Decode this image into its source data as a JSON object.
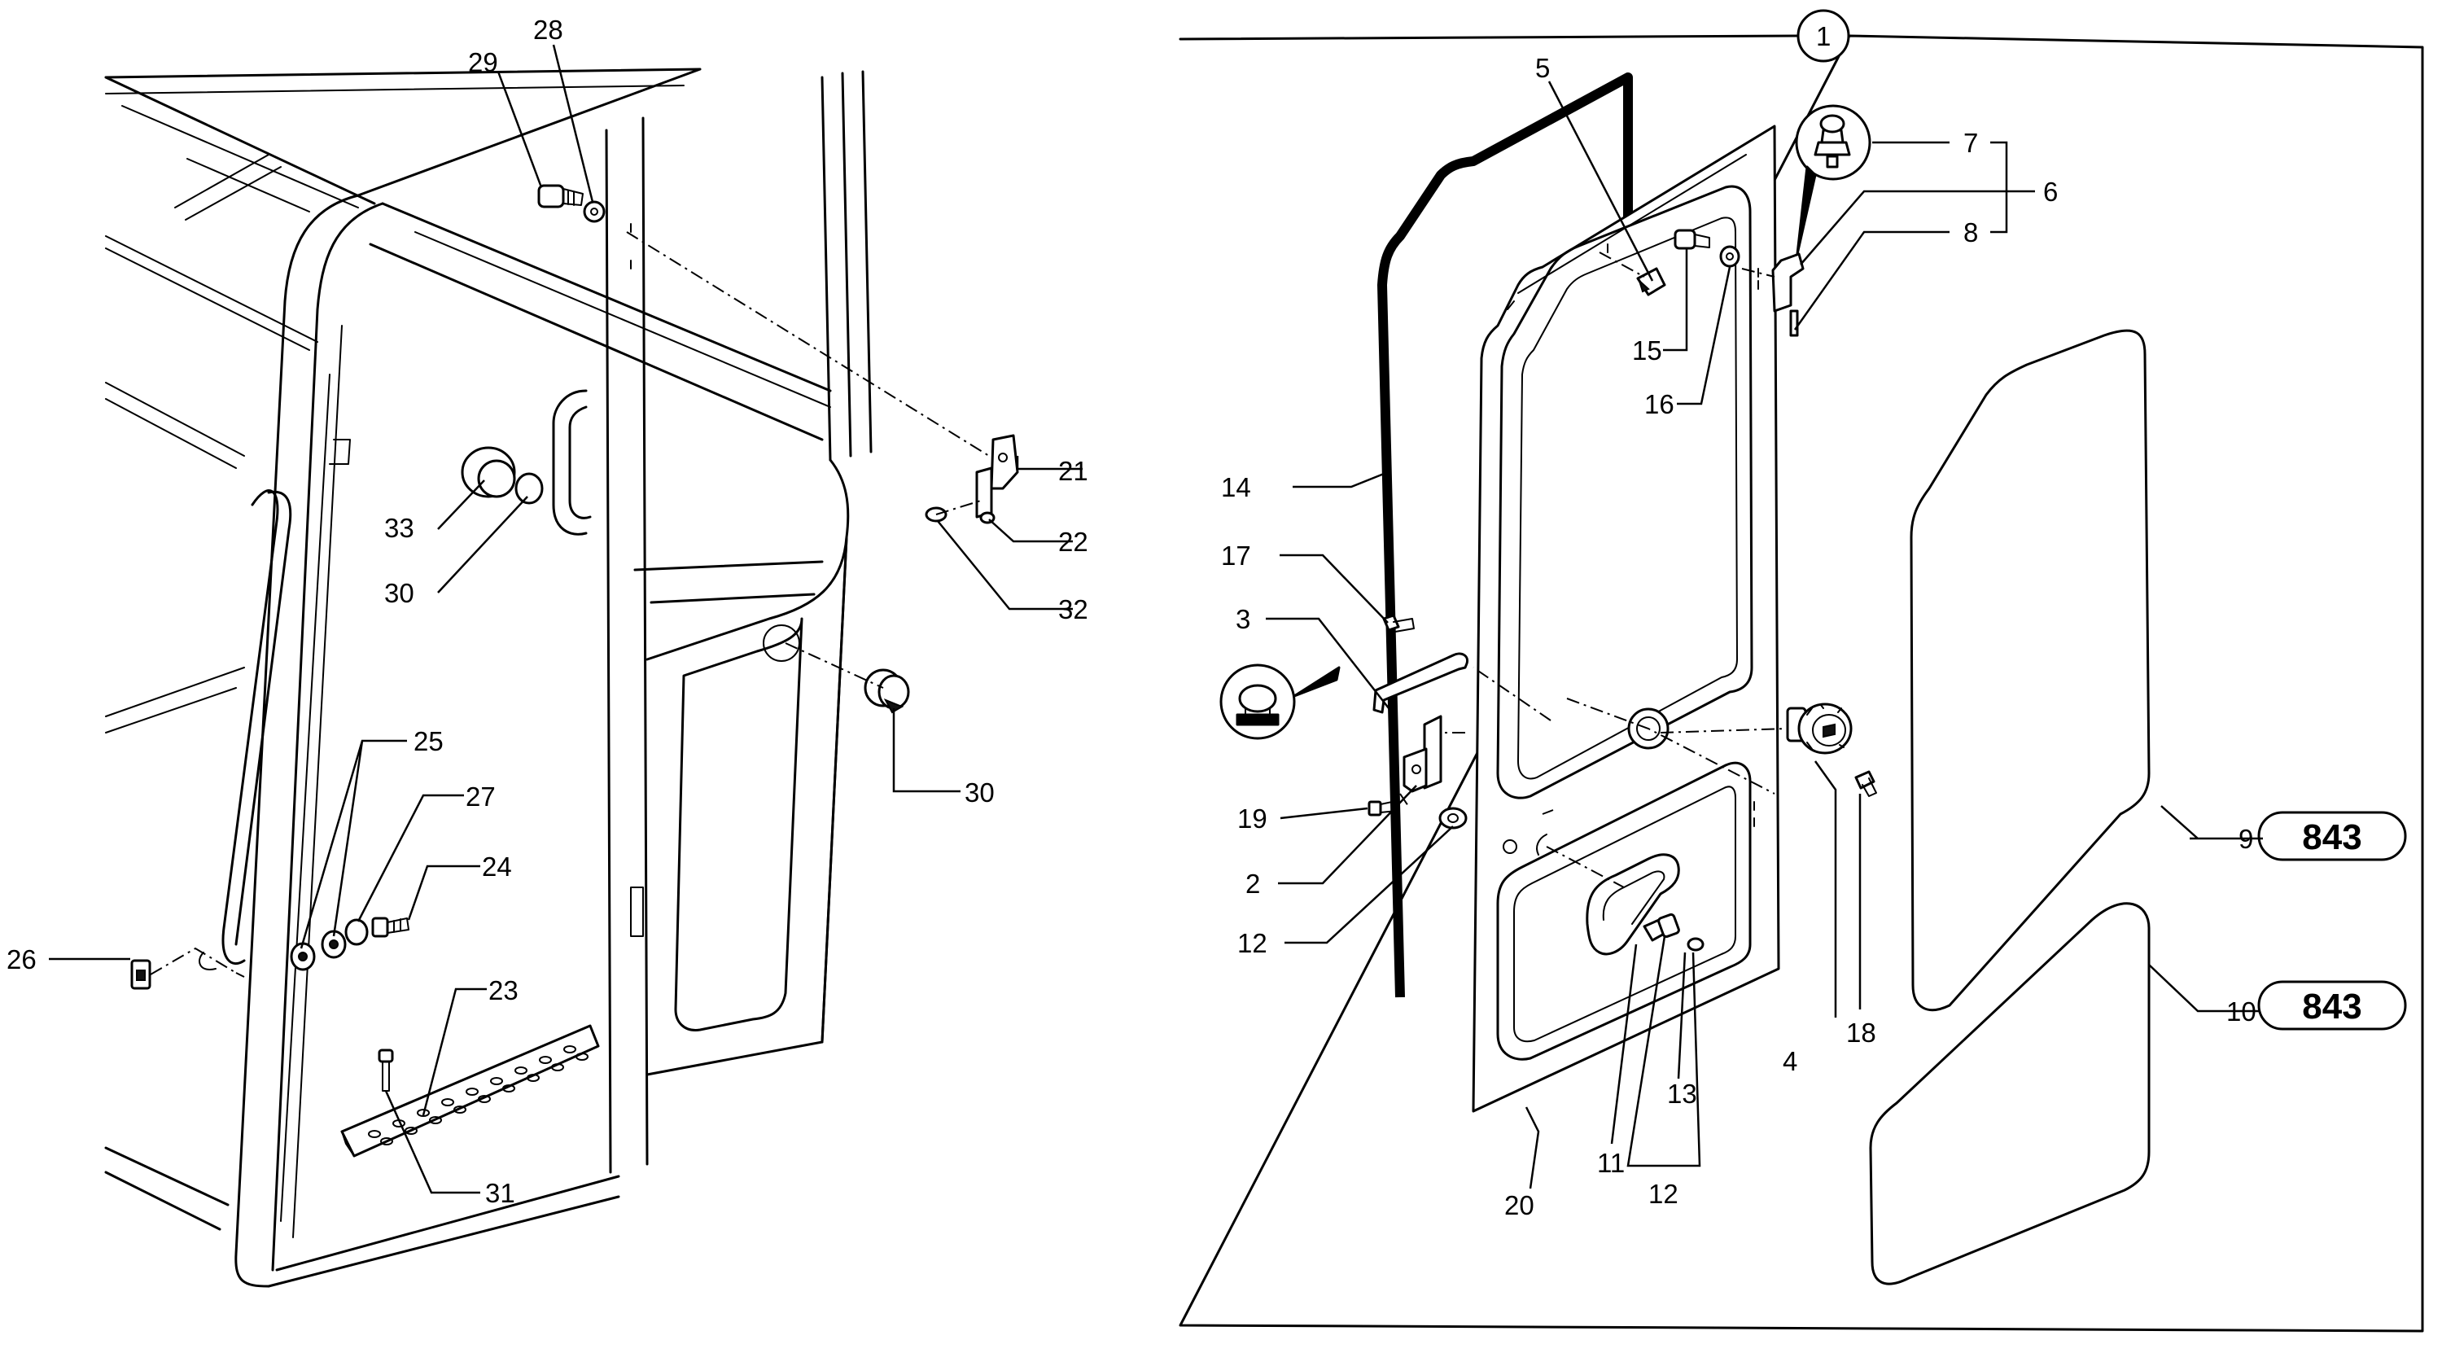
{
  "left_callouts": {
    "c29": "29",
    "c28": "28",
    "c21": "21",
    "c22": "22",
    "c32": "32",
    "c33": "33",
    "c30a": "30",
    "c30b": "30",
    "c25": "25",
    "c27": "27",
    "c24": "24",
    "c26": "26",
    "c23": "23",
    "c31": "31"
  },
  "right_callouts": {
    "c1": "1",
    "c5": "5",
    "c7": "7",
    "c6": "6",
    "c8": "8",
    "c15": "15",
    "c16": "16",
    "c14": "14",
    "c17": "17",
    "c3": "3",
    "c19": "19",
    "c2": "2",
    "c12a": "12",
    "c9": "9",
    "c10": "10",
    "c18": "18",
    "c4": "4",
    "c13": "13",
    "c11": "11",
    "c20": "20",
    "c12b": "12"
  },
  "ref_badges": {
    "r9": "843",
    "r10": "843"
  },
  "icons": {
    "left_symbol": "operator-seat-icon",
    "top_symbol": "grease-nipple-icon"
  }
}
